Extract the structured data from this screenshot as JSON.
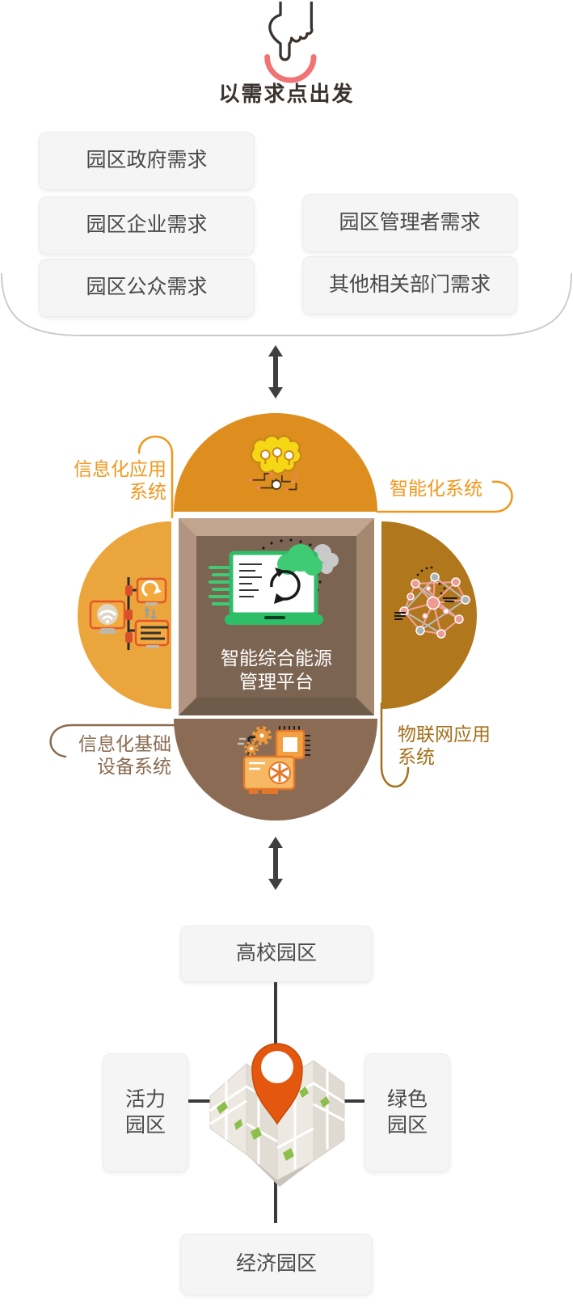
{
  "header": {
    "title": "以需求点出发",
    "icon": "hand-pointing-down-icon"
  },
  "demand_boxes": {
    "left": [
      "园区政府需求",
      "园区企业需求",
      "园区公众需求"
    ],
    "right": [
      "园区管理者需求",
      "其他相关部门需求"
    ]
  },
  "platform": {
    "center": {
      "lines": [
        "智能综合能源",
        "管理平台"
      ],
      "icon": "laptop-cloud-sync-icon"
    },
    "labels": {
      "smart_system": "智能化系统",
      "info_app_lines": [
        "信息化应用",
        "系统"
      ],
      "info_infra_lines": [
        "信息化基础",
        "设备系统"
      ],
      "iot_lines": [
        "物联网应用",
        "系统"
      ]
    },
    "petals": {
      "top": {
        "icon": "brain-circuit-icon",
        "color": "#DE8E1E"
      },
      "left": {
        "icon": "network-devices-icon",
        "color": "#EBA53D"
      },
      "right": {
        "icon": "mesh-network-icon",
        "color": "#B1771C"
      },
      "bottom": {
        "icon": "hardware-chip-icon",
        "color": "#8B6B53"
      }
    }
  },
  "parks": {
    "university": "高校园区",
    "vitality_lines": [
      "活力",
      "园区"
    ],
    "green_lines": [
      "绿色",
      "园区"
    ],
    "economic": "经济园区",
    "icon": "map-location-pin-icon"
  },
  "colors": {
    "label_orange": "#F2971D",
    "label_brown": "#8A6B50",
    "label_gold": "#A4701B",
    "box_bg": "#F5F5F5",
    "box_text": "#4A4A4A",
    "arrow": "#3F3F3F",
    "accent_red": "#F17373",
    "bracket_grey": "#CBCBCB"
  }
}
